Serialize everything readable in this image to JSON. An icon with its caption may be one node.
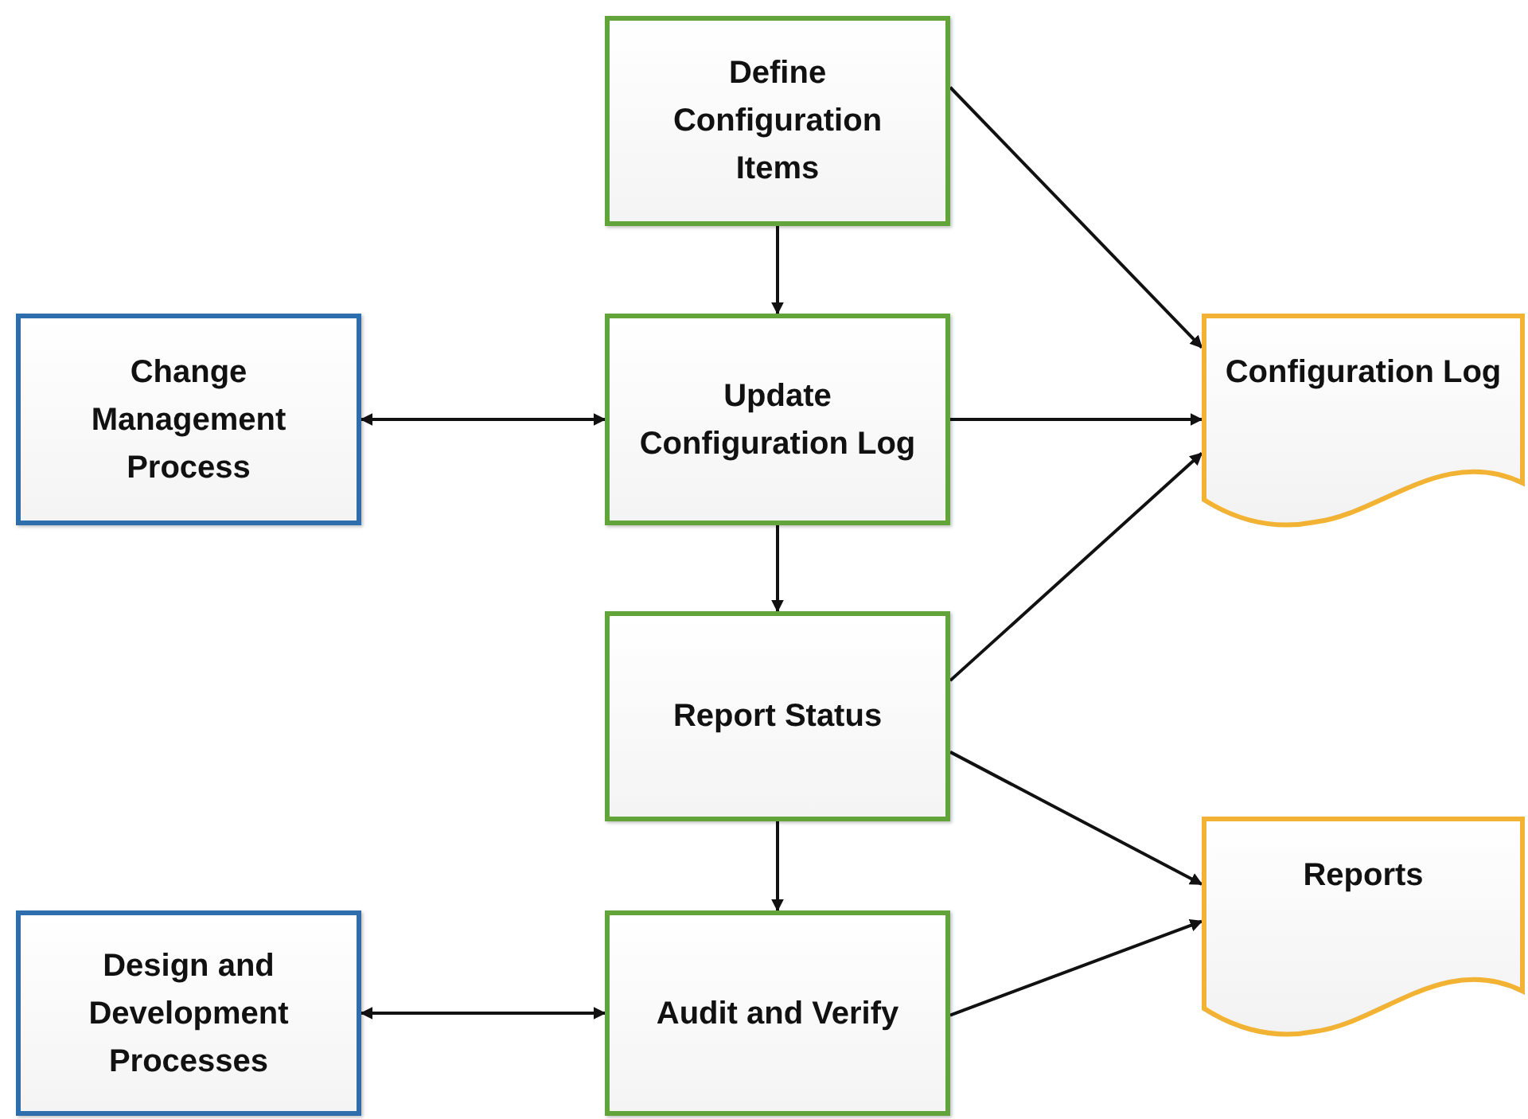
{
  "diagram": {
    "nodes": [
      {
        "text": [
          "Define Configuration Items"
        ]
      },
      {
        "text": [
          "Change Management Process"
        ]
      },
      {
        "text": [
          "Update Configuration Log"
        ]
      },
      {
        "text": [
          "Configuration Log"
        ]
      },
      {
        "text": [
          "Report Status"
        ]
      },
      {
        "text": [
          "Reports"
        ]
      },
      {
        "text": [
          "Design and Development Processes"
        ]
      },
      {
        "text": [
          "Audit and Verify"
        ]
      }
    ],
    "edges": [
      {
        "from": 0,
        "to": 2,
        "arrow": "to"
      },
      {
        "from": 0,
        "to": 3,
        "arrow": "to"
      },
      {
        "from": 1,
        "to": 2,
        "arrow": "both"
      },
      {
        "from": 2,
        "to": 3,
        "arrow": "to"
      },
      {
        "from": 2,
        "to": 4,
        "arrow": "to"
      },
      {
        "from": 4,
        "to": 3,
        "arrow": "to"
      },
      {
        "from": 4,
        "to": 5,
        "arrow": "to"
      },
      {
        "from": 4,
        "to": 7,
        "arrow": "to"
      },
      {
        "from": 6,
        "to": 7,
        "arrow": "both"
      },
      {
        "from": 7,
        "to": 5,
        "arrow": "to"
      }
    ]
  }
}
